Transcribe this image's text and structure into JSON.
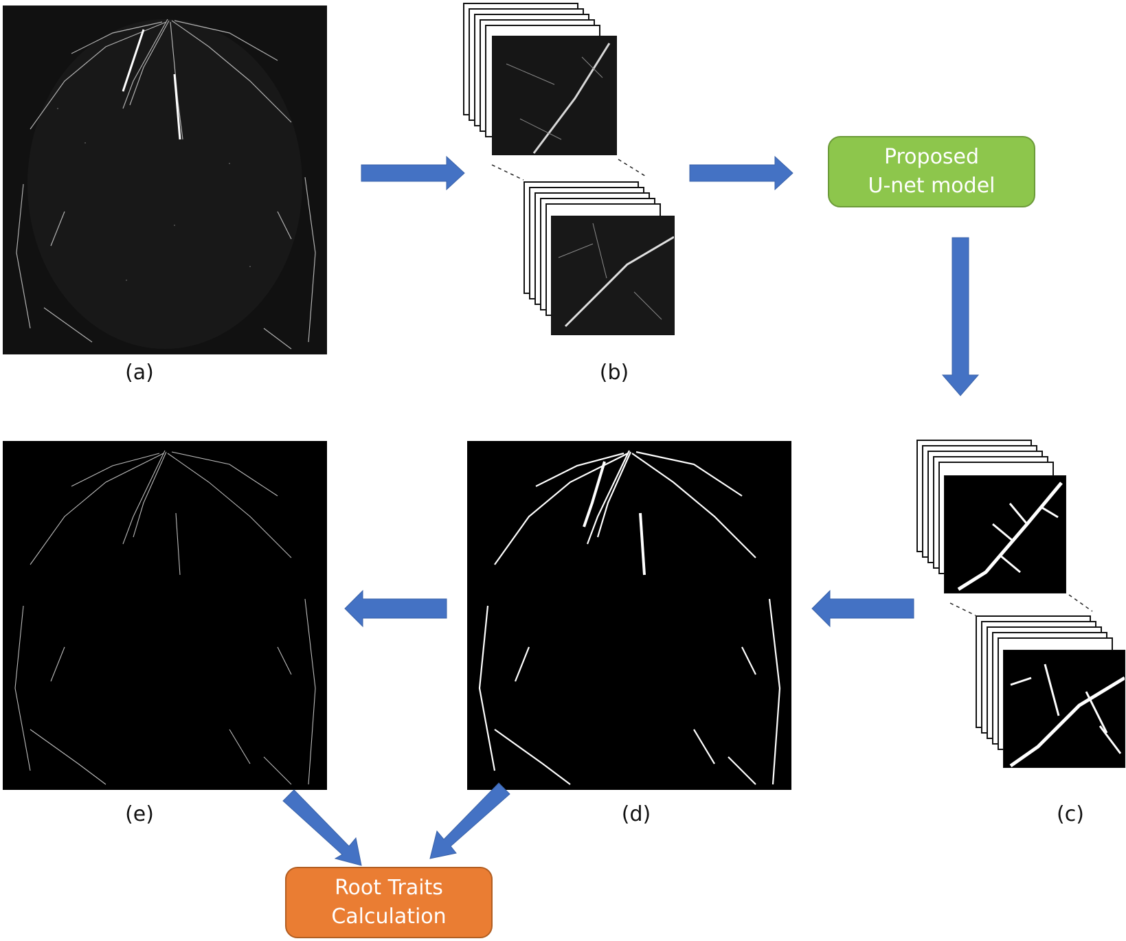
{
  "labels": {
    "a": "(a)",
    "b": "(b)",
    "c": "(c)",
    "d": "(d)",
    "e": "(e)"
  },
  "unet_box": {
    "line1": "Proposed",
    "line2": "U-net model"
  },
  "traits_box": {
    "line1": "Root Traits",
    "line2": "Calculation"
  },
  "colors": {
    "arrow": "#4472c4",
    "unet_box": "#8dc64c",
    "traits_box": "#ea7d33"
  }
}
